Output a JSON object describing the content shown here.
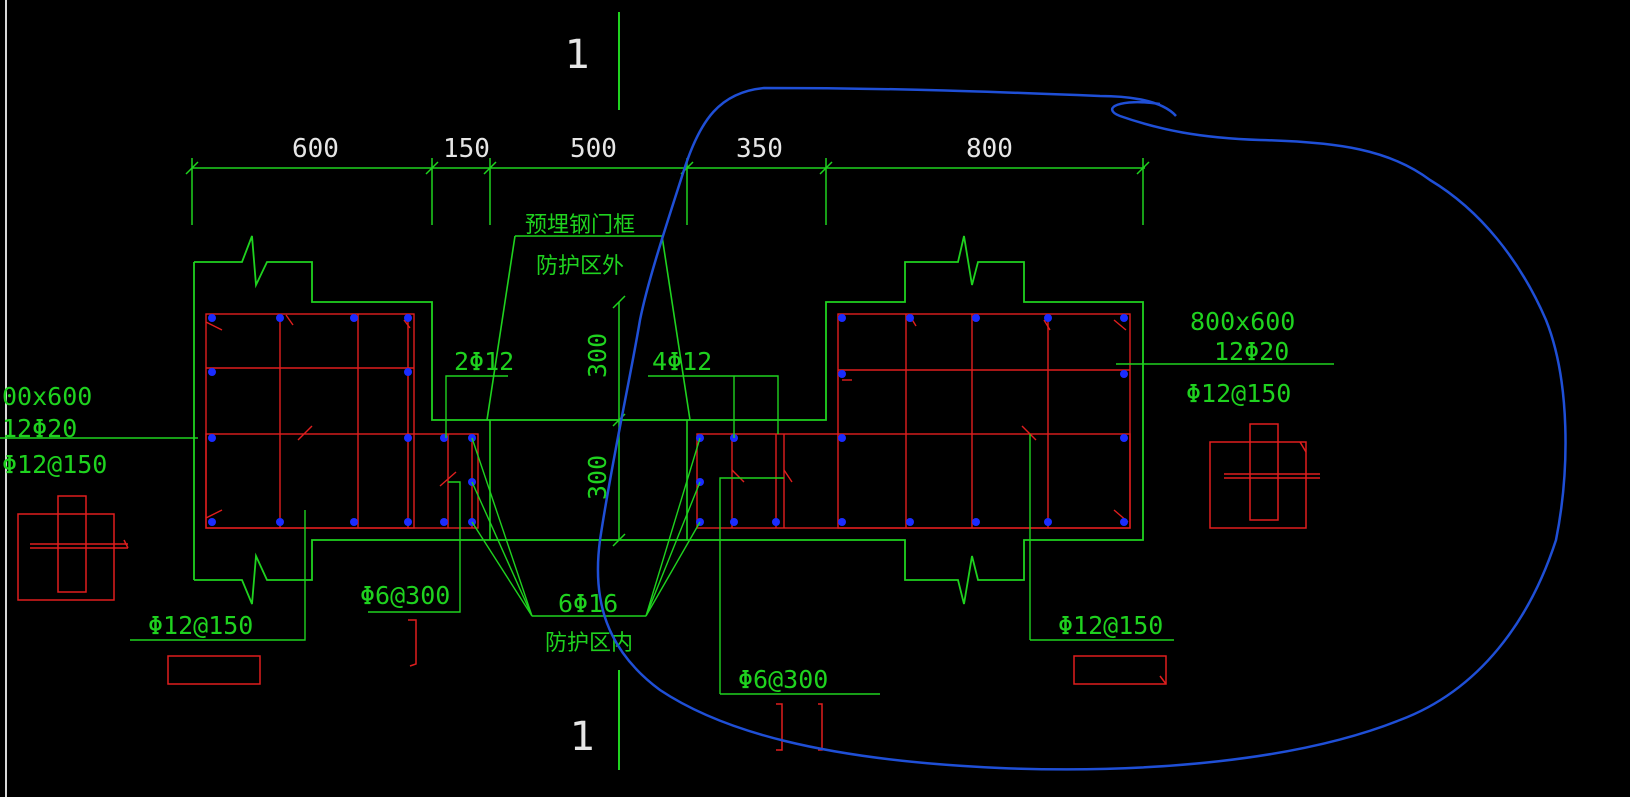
{
  "drawing": {
    "section_marks": {
      "top": "1",
      "bottom": "1"
    },
    "dimensions": [
      "600",
      "150",
      "500",
      "350",
      "800"
    ],
    "labels": {
      "embedded_frame": "预埋钢门框",
      "outside_zone": "防护区外",
      "inside_zone": "防护区内",
      "left_small_rebar": "2Φ12",
      "right_small_rebar": "4Φ12",
      "wall_height_upper": "300",
      "wall_height_lower": "300",
      "center_bars": "6Φ16",
      "left_stirrup_a": "Φ6@300",
      "left_stirrup_b": "Φ12@150",
      "right_stirrup_a": "Φ6@300",
      "right_stirrup_b": "Φ12@150",
      "left_column_size": "00x600",
      "left_column_bars": "12Φ20",
      "left_column_ties": "Φ12@150",
      "right_column_size": "800x600",
      "right_column_bars": "12Φ20",
      "right_column_ties": "Φ12@150"
    }
  },
  "colors": {
    "background": "#000000",
    "outline": "#1fd21f",
    "rebar": "#e01e1e",
    "bar_dot": "#1a2cff",
    "annotation_curve": "#1f4fd6",
    "text_white": "#e6e6e6"
  }
}
